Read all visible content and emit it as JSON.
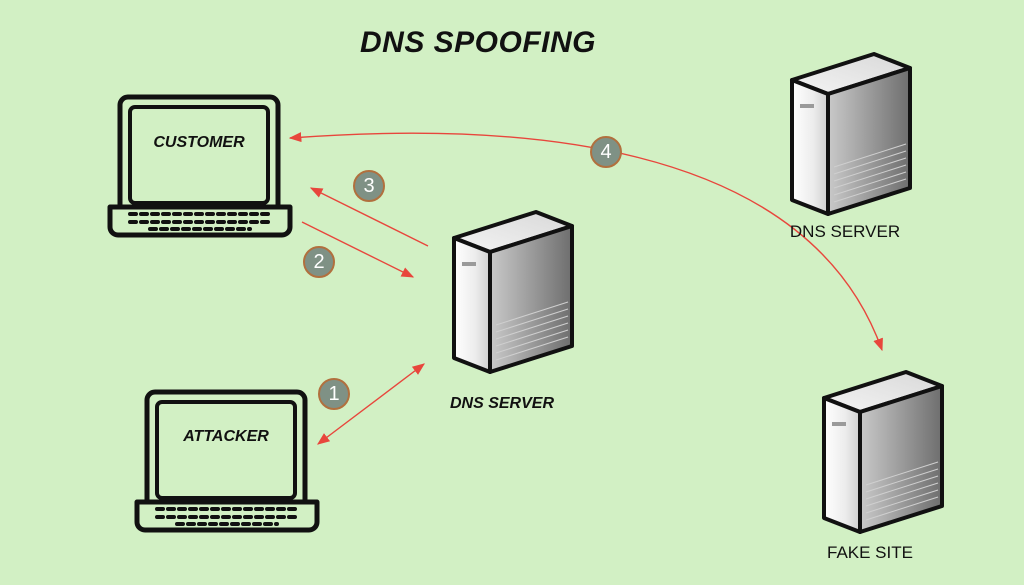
{
  "title": "DNS SPOOFING",
  "nodes": {
    "customer": {
      "label": "CUSTOMER"
    },
    "attacker": {
      "label": "ATTACKER"
    },
    "dns_server_center": {
      "label": "DNS SERVER"
    },
    "dns_server_right": {
      "label": "DNS SERVER"
    },
    "fake_site": {
      "label": "FAKE SITE"
    }
  },
  "steps": [
    {
      "number": "1"
    },
    {
      "number": "2"
    },
    {
      "number": "3"
    },
    {
      "number": "4"
    }
  ],
  "colors": {
    "background": "#d2f0c4",
    "arrow": "#e8463c",
    "badge_fill": "#7f9185",
    "badge_border": "#b1703e"
  }
}
